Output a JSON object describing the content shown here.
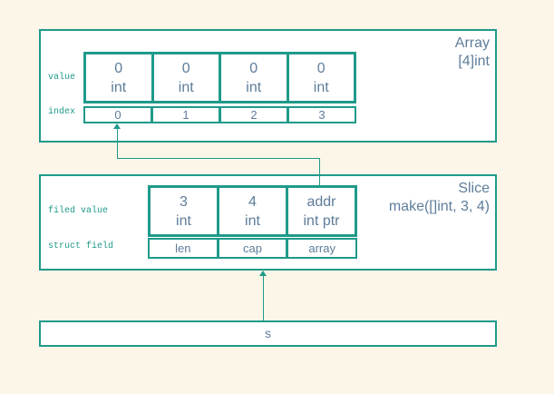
{
  "palette": {
    "background": "#fbf6e8",
    "box_background": "#ffffff",
    "teal": "#1f9a8a",
    "text_slate": "#5e7d9a"
  },
  "array_box": {
    "title_line1": "Array",
    "title_line2": "[4]int",
    "value_label": "value",
    "index_label": "index",
    "value_cells": [
      {
        "value": "0",
        "type": "int"
      },
      {
        "value": "0",
        "type": "int"
      },
      {
        "value": "0",
        "type": "int"
      },
      {
        "value": "0",
        "type": "int"
      }
    ],
    "index_cells": [
      "0",
      "1",
      "2",
      "3"
    ]
  },
  "slice_box": {
    "title_line1": "Slice",
    "title_line2": "make([]int, 3, 4)",
    "field_value_label": "filed value",
    "struct_field_label": "struct field",
    "field_cells": [
      {
        "value": "3",
        "type": "int"
      },
      {
        "value": "4",
        "type": "int"
      },
      {
        "value": "addr",
        "type": "int ptr"
      }
    ],
    "struct_cells": [
      "len",
      "cap",
      "array"
    ]
  },
  "s_box": {
    "label": "s"
  }
}
